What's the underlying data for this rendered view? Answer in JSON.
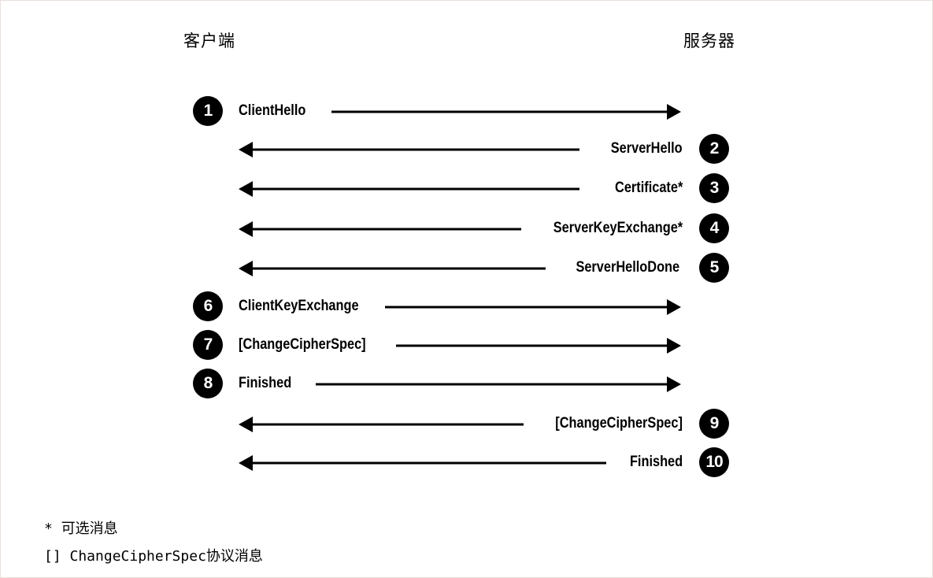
{
  "parties": {
    "client": "客户端",
    "server": "服务器"
  },
  "messages": [
    {
      "number": "1",
      "label": "ClientHello",
      "direction": "to-server"
    },
    {
      "number": "2",
      "label": "ServerHello",
      "direction": "to-client"
    },
    {
      "number": "3",
      "label": "Certificate*",
      "direction": "to-client"
    },
    {
      "number": "4",
      "label": "ServerKeyExchange*",
      "direction": "to-client"
    },
    {
      "number": "5",
      "label": "ServerHelloDone",
      "direction": "to-client"
    },
    {
      "number": "6",
      "label": "ClientKeyExchange",
      "direction": "to-server"
    },
    {
      "number": "7",
      "label": "[ChangeCipherSpec]",
      "direction": "to-server"
    },
    {
      "number": "8",
      "label": "Finished",
      "direction": "to-server"
    },
    {
      "number": "9",
      "label": "[ChangeCipherSpec]",
      "direction": "to-client"
    },
    {
      "number": "10",
      "label": "Finished",
      "direction": "to-client"
    }
  ],
  "legend": {
    "optional": "*  可选消息",
    "ccs": "[] ChangeCipherSpec协议消息"
  }
}
